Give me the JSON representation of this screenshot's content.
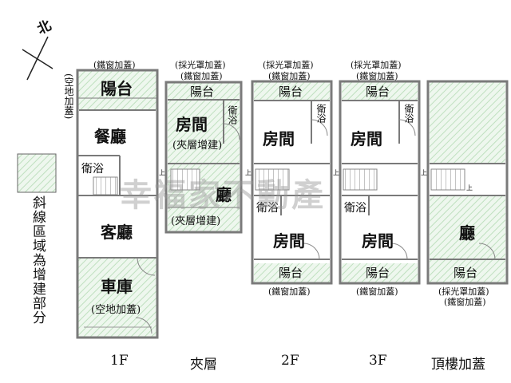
{
  "compass": {
    "label": "北"
  },
  "legend": {
    "text": "斜線區域為增建部分"
  },
  "watermark": "幸福家不動產",
  "floor_1f": {
    "label": "1F",
    "top_note": "(鐵窗加蓋)",
    "side_note": "(空地加蓋)",
    "balcony": "陽台",
    "dining": "餐廳",
    "bathroom": "衛浴",
    "living": "客廳",
    "garage": "車庫",
    "garage_note": "(空地加蓋)"
  },
  "floor_mezz": {
    "label": "夾層",
    "top_note1": "(採光罩加蓋)",
    "top_note2": "(鐵窗加蓋)",
    "balcony": "陽台",
    "room": "房間",
    "room_note": "(夾層增建)",
    "bathroom": "衛浴",
    "hall": "廳",
    "hall_note": "(夾層增建)"
  },
  "floor_2f": {
    "label": "2F",
    "top_note1": "(採光罩加蓋)",
    "top_note2": "(鐵窗加蓋)",
    "balcony_top": "陽台",
    "bathroom_top": "衛浴",
    "room_top": "房間",
    "bathroom_bottom": "衛浴",
    "room_bottom": "房間",
    "balcony_bottom": "陽台",
    "bottom_note": "(鐵窗加蓋)"
  },
  "floor_3f": {
    "label": "3F",
    "top_note1": "(採光罩加蓋)",
    "top_note2": "(鐵窗加蓋)",
    "balcony_top": "陽台",
    "bathroom_top": "衛浴",
    "room_top": "房間",
    "bathroom_bottom": "衛浴",
    "room_bottom": "房間",
    "balcony_bottom": "陽台",
    "bottom_note": "(鐵窗加蓋)"
  },
  "floor_roof": {
    "label": "頂樓加蓋",
    "hall": "廳",
    "balcony": "陽台",
    "bottom_note1": "(採光罩加蓋)",
    "bottom_note2": "(鐵窗加蓋)"
  },
  "stair_up": "上",
  "colors": {
    "wall": "#7a7a7a",
    "hatch": "#bfe0bf",
    "hatch_bg": "#eef7ee"
  }
}
